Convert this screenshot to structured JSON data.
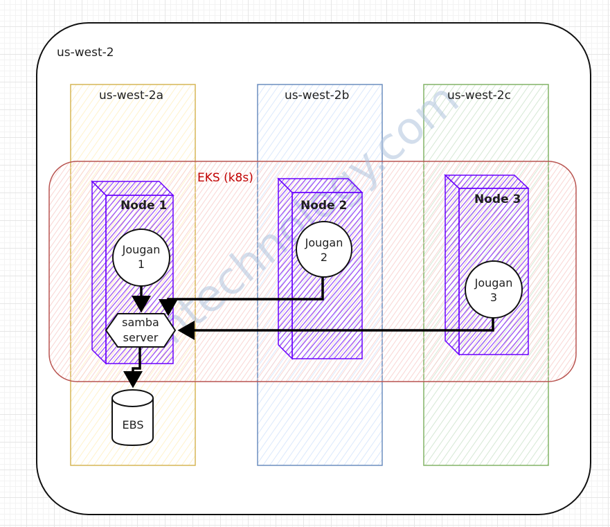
{
  "region": {
    "label": "us-west-2"
  },
  "zones": [
    {
      "label": "us-west-2a",
      "color": "#d6b656",
      "fill": "#fff2cc"
    },
    {
      "label": "us-west-2b",
      "color": "#6c8ebf",
      "fill": "#dae8fc"
    },
    {
      "label": "us-west-2c",
      "color": "#82b366",
      "fill": "#d5e8d4"
    }
  ],
  "cluster": {
    "label": "EKS (k8s)",
    "color": "#b85450",
    "label_color": "#c00000"
  },
  "nodes": [
    {
      "label": "Node 1",
      "pod": "Jougan\n1"
    },
    {
      "label": "Node 2",
      "pod": "Jougan\n2"
    },
    {
      "label": "Node 3",
      "pod": "Jougan\n3"
    }
  ],
  "node_color": "#6a00ff",
  "samba": {
    "label": "samba\nserver"
  },
  "storage": {
    "label": "EBS"
  },
  "watermark": "ntechnology.com"
}
